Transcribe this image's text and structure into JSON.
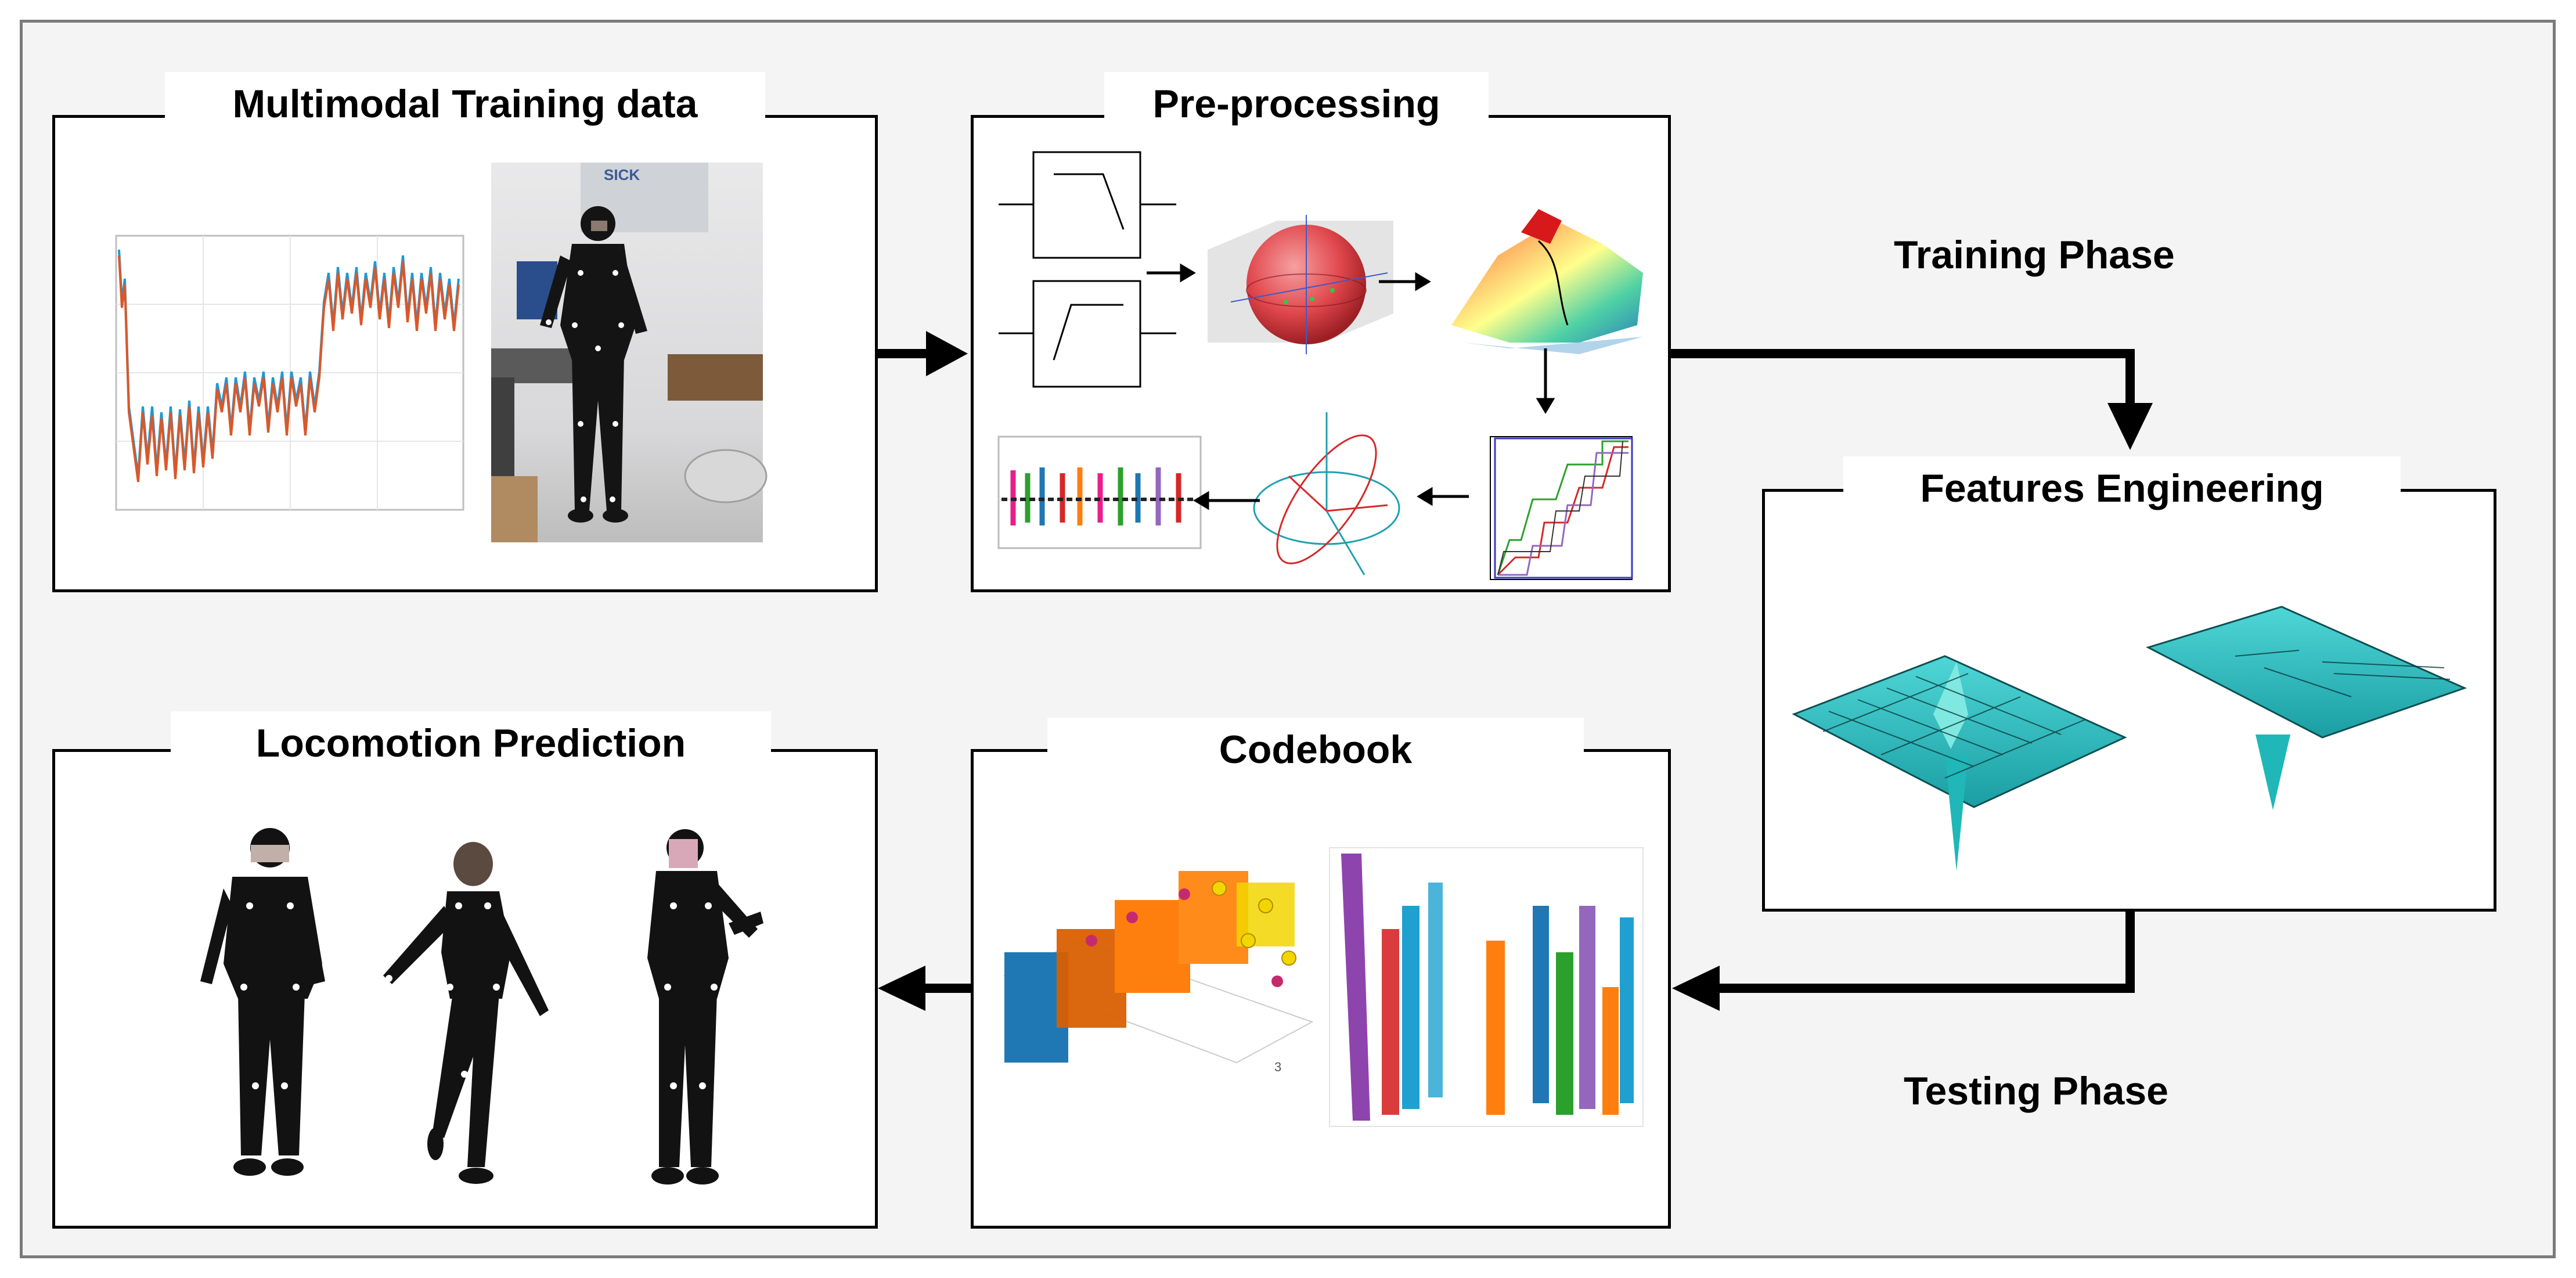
{
  "panels": {
    "training_data": {
      "title": "Multimodal Training data"
    },
    "preprocessing": {
      "title": "Pre-processing"
    },
    "features": {
      "title": "Features Engineering"
    },
    "codebook": {
      "title": "Codebook"
    },
    "prediction": {
      "title": "Locomotion Prediction"
    }
  },
  "phases": {
    "training": "Training Phase",
    "testing": "Testing Phase"
  },
  "photo_sign_text": "SICK",
  "codebook_axis_tick": "3",
  "colors": {
    "arrow": "#000000",
    "surface_teal": "#2ec4c4",
    "scatter_blue": "#1f78b4",
    "scatter_orange": "#ff7f0e",
    "scatter_yellow": "#f2d600",
    "scatter_purple": "#8e44ad",
    "sphere_red": "#e0474c"
  }
}
